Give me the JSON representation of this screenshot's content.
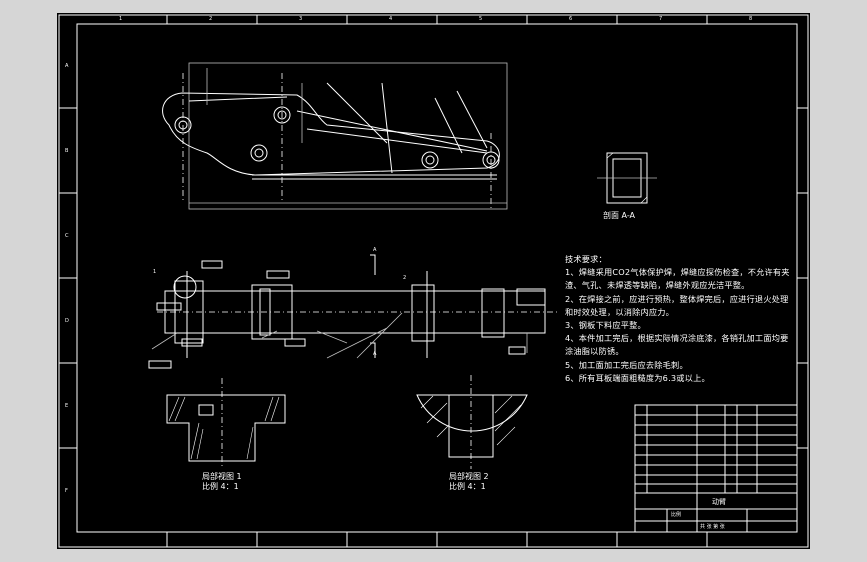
{
  "drawing": {
    "section_view_label": "剖面 A-A",
    "detail_view_1": {
      "title": "局部视图 1",
      "scale": "比例 4：1"
    },
    "detail_view_2": {
      "title": "局部视图 2",
      "scale": "比例 4：1"
    },
    "callouts": {
      "one": "1",
      "two": "2",
      "a": "A",
      "a2": "A"
    }
  },
  "tech_requirements": {
    "heading": "技术要求：",
    "lines": [
      "1、焊缝采用CO2气体保护焊，焊缝应探伤检查，不允许有夹",
      "渣、气孔、未焊透等缺陷，焊缝外观应光洁平整。",
      "2、在焊接之前，应进行预热，整体焊完后，应进行退火处理",
      "和时效处理，以消除内应力。",
      "3、钢板下料应平整。",
      "4、本件加工完后，根据实际情况涂底漆，各销孔加工面均要",
      "涂油脂以防锈。",
      "5、加工面加工完后应去除毛刺。",
      "6、所有耳板端面粗糙度为6.3或以上。"
    ]
  },
  "title_block": {
    "part_name": "动臂",
    "scale_label": "比例",
    "sheet_label": "共  张  第  张"
  },
  "grid_labels": {
    "top": [
      "1",
      "2",
      "3",
      "4",
      "5",
      "6",
      "7",
      "8"
    ],
    "side": [
      "A",
      "B",
      "C",
      "D",
      "E",
      "F"
    ]
  },
  "colors": {
    "sheet": "#000000",
    "line": "#ffffff",
    "background": "#d6d6d6"
  }
}
